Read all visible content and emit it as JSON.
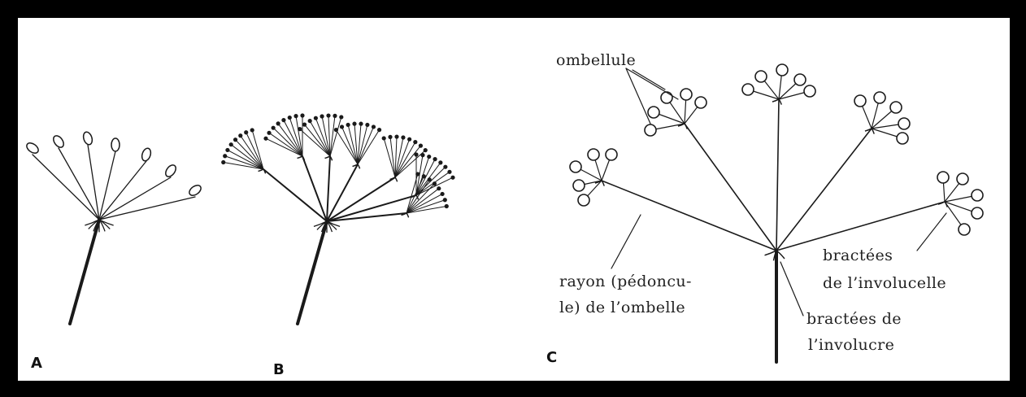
{
  "figure": {
    "panels": [
      {
        "letter": "A"
      },
      {
        "letter": "B"
      },
      {
        "letter": "C"
      }
    ],
    "labels": {
      "ombellule": "ombellule",
      "rayon_line1": "rayon (pédoncu-",
      "rayon_line2": "le) de l’ombelle",
      "involucelle_line1": "bractées",
      "involucelle_line2": "de l’involucelle",
      "involucre_line1": "bractées de",
      "involucre_line2": "l’involucre"
    },
    "colors": {
      "border": "#000000",
      "background": "#ffffff",
      "ink": "#1a1a1a"
    }
  }
}
